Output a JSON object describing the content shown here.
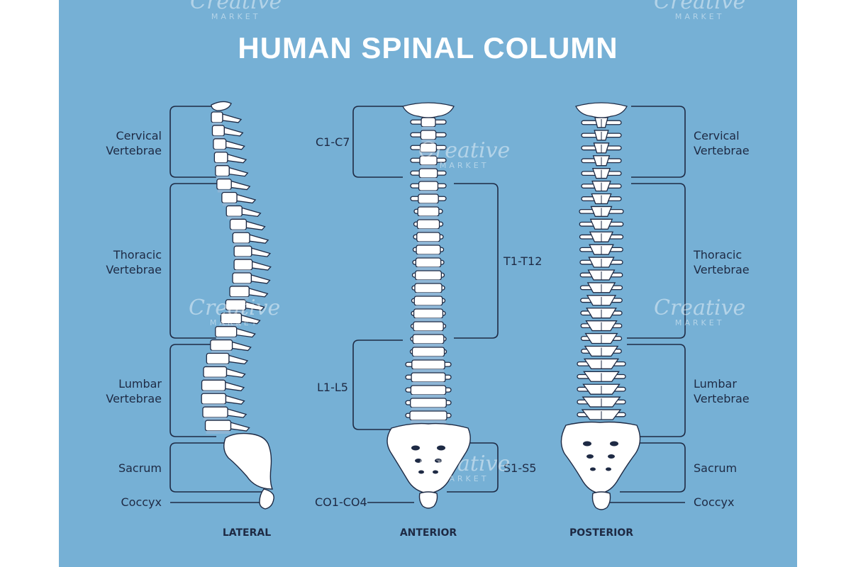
{
  "title": "HUMAN SPINAL COLUMN",
  "lateral": {
    "cervical": [
      "Cervical",
      "Vertebrae"
    ],
    "thoracic": [
      "Thoracic",
      "Vertebrae"
    ],
    "lumbar": [
      "Lumbar",
      "Vertebrae"
    ],
    "sacrum": "Sacrum",
    "coccyx": "Coccyx",
    "caption": "LATERAL"
  },
  "anterior": {
    "c": "C1-C7",
    "t": "T1-T12",
    "l": "L1-L5",
    "s": "S1-S5",
    "co": "CO1-CO4",
    "caption": "ANTERIOR"
  },
  "posterior": {
    "cervical": [
      "Cervical",
      "Vertebrae"
    ],
    "thoracic": [
      "Thoracic",
      "Vertebrae"
    ],
    "lumbar": [
      "Lumbar",
      "Vertebrae"
    ],
    "sacrum": "Sacrum",
    "coccyx": "Coccyx",
    "caption": "POSTERIOR"
  },
  "watermark": {
    "word": "Creative",
    "sub": "MARKET"
  },
  "colors": {
    "background": "#76b0d5",
    "bone": "#ffffff",
    "outline": "#1e2a44",
    "disc": "#8eb6d6"
  }
}
